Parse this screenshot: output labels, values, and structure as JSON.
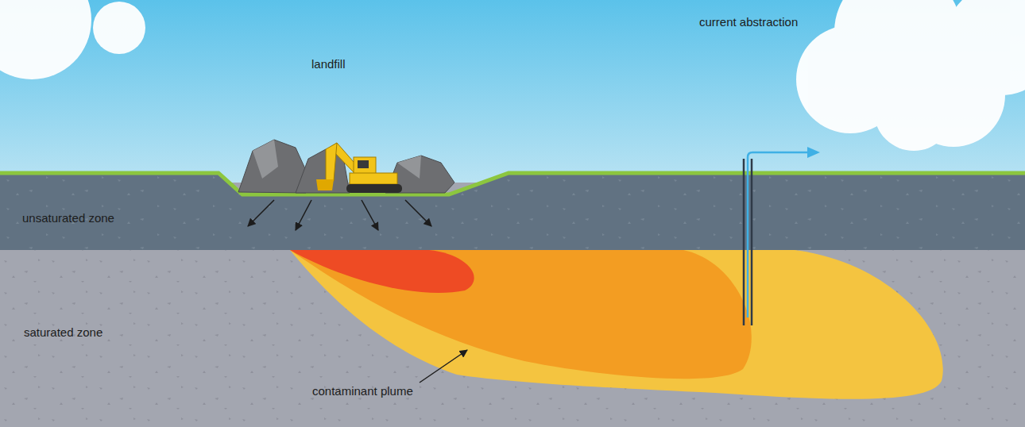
{
  "diagram": {
    "labels": [
      "landfill",
      "current abstraction",
      "unsaturated zone",
      "saturated zone",
      "contaminant plume"
    ]
  }
}
